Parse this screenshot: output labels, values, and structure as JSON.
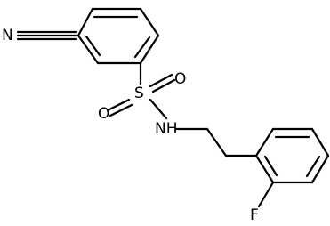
{
  "molecule": {
    "atoms": [
      {
        "id": "N_nitrile",
        "label": "N"
      },
      {
        "id": "S",
        "label": "S"
      },
      {
        "id": "O_top",
        "label": "O"
      },
      {
        "id": "O_bottom",
        "label": "O"
      },
      {
        "id": "NH",
        "label": "NH"
      },
      {
        "id": "F",
        "label": "F"
      }
    ],
    "colors": {
      "bond": "#000000",
      "label": "#000000",
      "background": "#ffffff"
    }
  }
}
